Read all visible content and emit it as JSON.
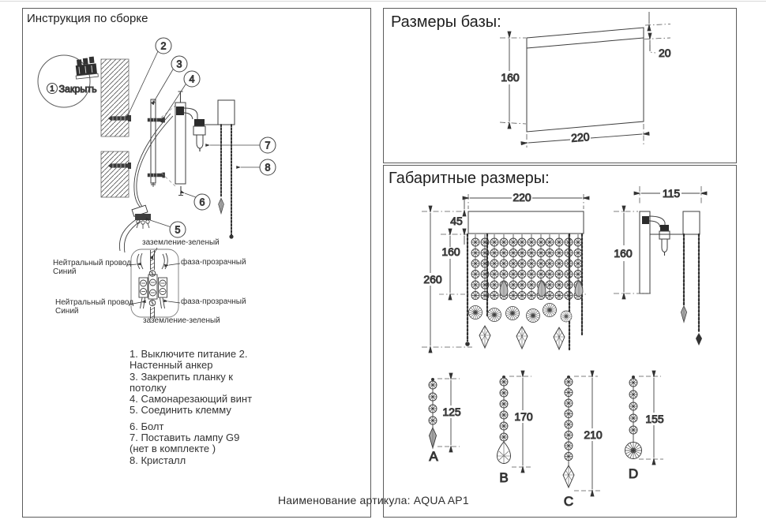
{
  "left_panel": {
    "title": "Инструкция по сборке",
    "detail_bubble": {
      "number": "1",
      "label": "Закрыть"
    },
    "callouts": [
      "2",
      "3",
      "4",
      "5",
      "6",
      "7",
      "8"
    ],
    "wiring": {
      "ground_top": "заземление-зеленый",
      "neutral_line1": "Нейтральный провод",
      "neutral_line2": "Синий",
      "phase_top": "фаза-прозрачный",
      "phase_bottom": "фаза-прозрачный",
      "ground_bottom": "заземление-зеленый"
    },
    "steps": [
      "1. Выключите питание 2.",
      "Настенный анкер",
      "3. Закрепить планку к",
      "потолку",
      "4. Самонарезающий винт",
      "5. Соединить клемму",
      "6. Болт",
      "7. Поставить лампу G9",
      "(нет в комплекте )",
      "8. Кристалл"
    ]
  },
  "base_panel": {
    "title": "Размеры базы:",
    "dims": {
      "height": "160",
      "width": "220",
      "thickness": "20"
    }
  },
  "overall_panel": {
    "title": "Габаритные размеры:",
    "front": {
      "width": "220",
      "canopy_height": "45",
      "curtain_height": "160",
      "total_height": "260"
    },
    "side": {
      "depth": "115",
      "height": "160"
    },
    "strands": [
      {
        "label": "A",
        "length": "125"
      },
      {
        "label": "B",
        "length": "170"
      },
      {
        "label": "C",
        "length": "210"
      },
      {
        "label": "D",
        "length": "155"
      }
    ]
  },
  "footer": {
    "article_label": "Наименование артикула: AQUA AP1"
  }
}
